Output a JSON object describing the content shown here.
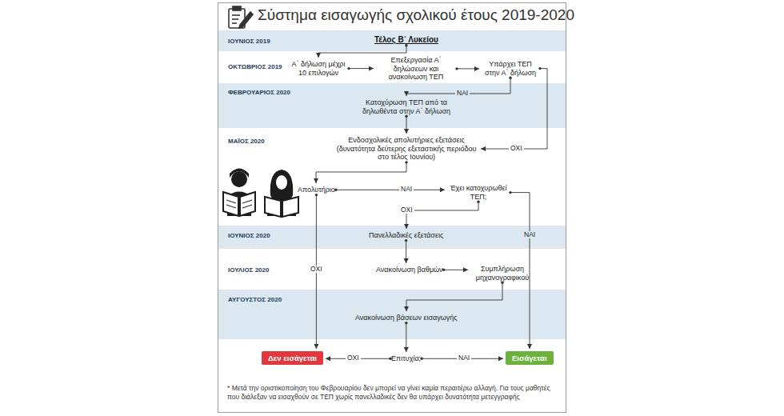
{
  "diagram": {
    "title": "Σύστημα εισαγωγής σχολικού έτους 2019-2020",
    "caption": "* Μετά την οριστικοποίηση του Φεβρουαρίου δεν μπορεί να γίνει καμία περαιτέρω αλλαγή. Για τους μαθητές που διάλεξαν να εισαχθούν σε ΤΕΠ χωρίς πανελλαδικές δεν θα υπάρχει δυνατότητα μετεγγραφής",
    "nodes": [
      {
        "text": [
          "Τέλος Β΄ Λυκείου"
        ]
      },
      {
        "text": [
          "Α΄ δήλωση μέχρι 10 επιλογών"
        ]
      },
      {
        "text": [
          "Επεξεργασία Α΄ δηλώσεων και ανακοίνωση ΤΕΠ"
        ]
      },
      {
        "text": [
          "Υπάρχει ΤΕΠ στην Α΄ δήλωση"
        ]
      },
      {
        "text": [
          "Κατοχύρωση ΤΕΠ από τα δηλωθέντα στην Α΄ δήλωση"
        ]
      },
      {
        "text": [
          "Ενδοσχολικές απολυτήριες εξετάσεις (δυνατότητα δεύτερης εξεταστικής περιόδου στο τέλος Ιουνίου)"
        ]
      },
      {
        "text": [
          "Απολυτήριο"
        ]
      },
      {
        "text": [
          "Έχει κατοχυρωθεί ΤΕΠ;"
        ]
      },
      {
        "text": [
          "Πανελλαδικές εξετάσεις"
        ]
      },
      {
        "text": [
          "Ανακοίνωση βαθμών"
        ]
      },
      {
        "text": [
          "Συμπλήρωση μηχανογραφικού"
        ]
      },
      {
        "text": [
          "Ανακοίνωση βάσεων εισαγωγής"
        ]
      },
      {
        "text": [
          "Δεν εισάγεται"
        ]
      },
      {
        "text": [
          "Επιτυχία;"
        ]
      },
      {
        "text": [
          "Εισάγεται"
        ]
      }
    ],
    "edges": [
      {
        "from": 0,
        "to": 1,
        "arrow": "to"
      },
      {
        "from": 1,
        "to": 2,
        "arrow": "to"
      },
      {
        "from": 2,
        "to": 3,
        "arrow": "to"
      },
      {
        "from": 3,
        "to": 4,
        "label": "ΝΑΙ",
        "arrow": "to"
      },
      {
        "from": 3,
        "to": 5,
        "label": "ΟΧΙ",
        "arrow": "to"
      },
      {
        "from": 4,
        "to": 5,
        "arrow": "to"
      },
      {
        "from": 5,
        "to": 6,
        "arrow": "to"
      },
      {
        "from": 6,
        "to": 7,
        "label": "ΝΑΙ",
        "arrow": "to"
      },
      {
        "from": 7,
        "to": 8,
        "label": "ΟΧΙ",
        "arrow": "to"
      },
      {
        "from": 7,
        "to": 14,
        "label": "ΝΑΙ",
        "arrow": "to"
      },
      {
        "from": 6,
        "to": 12,
        "label": "ΟΧΙ",
        "arrow": "to"
      },
      {
        "from": 8,
        "to": 9,
        "arrow": "to"
      },
      {
        "from": 9,
        "to": 10,
        "arrow": "to"
      },
      {
        "from": 10,
        "to": 11,
        "arrow": "to"
      },
      {
        "from": 11,
        "to": 13,
        "arrow": "to"
      },
      {
        "from": 13,
        "to": 12,
        "label": "ΟΧΙ",
        "arrow": "to"
      },
      {
        "from": 13,
        "to": 14,
        "label": "ΝΑΙ",
        "arrow": "to"
      }
    ],
    "labels": [
      "ΙΟΥΝΙΟΣ 2019",
      "ΟΚΤΩΒΡΙΟΣ 2019",
      "ΦΕΒΡΟΥΑΡΙΟΣ 2020",
      "ΜΑΪΟΣ 2020",
      "ΙΟΥΝΙΟΣ 2020",
      "ΙΟΥΛΙΟΣ 2020",
      "ΑΥΓΟΥΣΤΟΣ 2020"
    ]
  }
}
